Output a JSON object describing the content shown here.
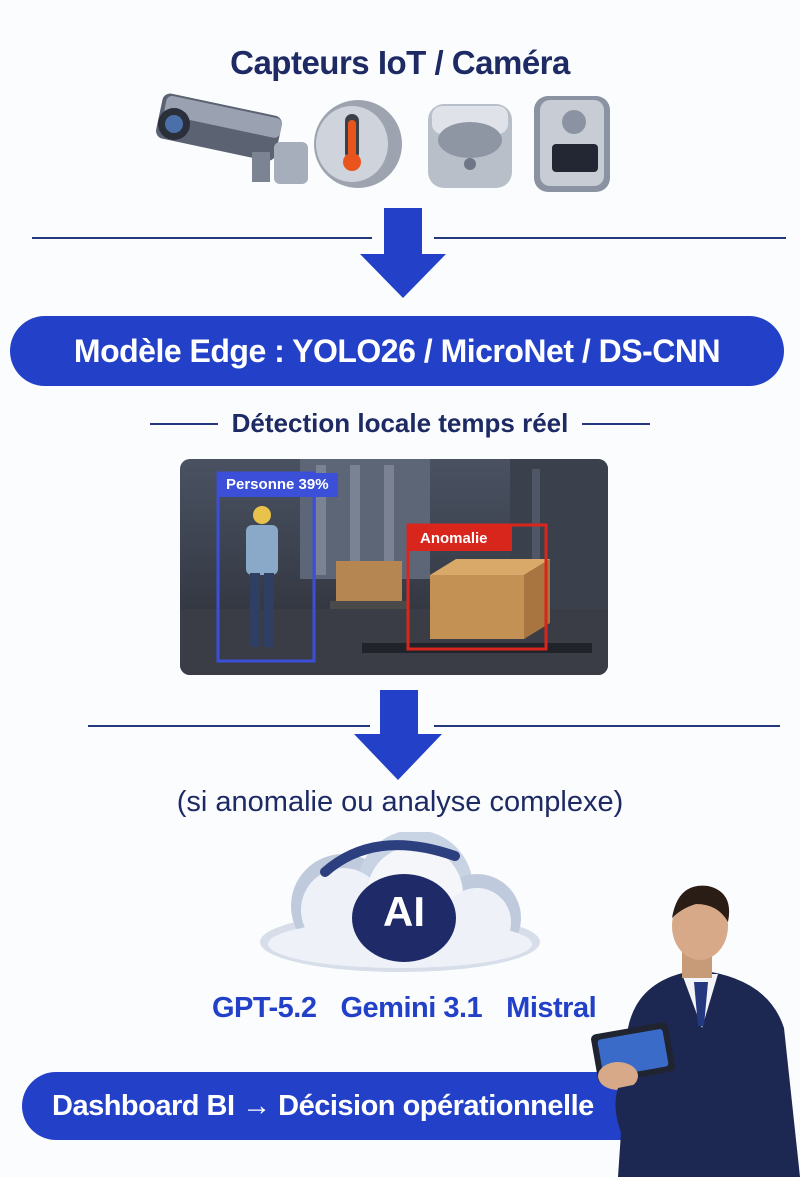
{
  "header": {
    "title": "Capteurs IoT / Caméra"
  },
  "sensors": [
    {
      "icon": "security-camera-icon"
    },
    {
      "icon": "temperature-sensor-icon"
    },
    {
      "icon": "motion-sensor-icon"
    },
    {
      "icon": "door-sensor-icon"
    }
  ],
  "edge": {
    "label": "Modèle Edge : YOLO26 / MicroNet / DS-CNN",
    "subtitle": "Détection locale temps réel"
  },
  "detection": {
    "person_label": "Personne 39%",
    "anomaly_label": "Anomalie"
  },
  "condition": {
    "label": "(si anomalie ou analyse complexe)"
  },
  "cloud": {
    "badge": "AI",
    "models": [
      "GPT-5.2",
      "Gemini 3.1",
      "Mistral"
    ]
  },
  "dashboard": {
    "label": "Dashboard BI → Décision opérationnelle"
  },
  "colors": {
    "primary": "#2340c8",
    "navy": "#1d2a63",
    "person_box": "#3b4fd8",
    "anomaly_box": "#d8261c"
  }
}
